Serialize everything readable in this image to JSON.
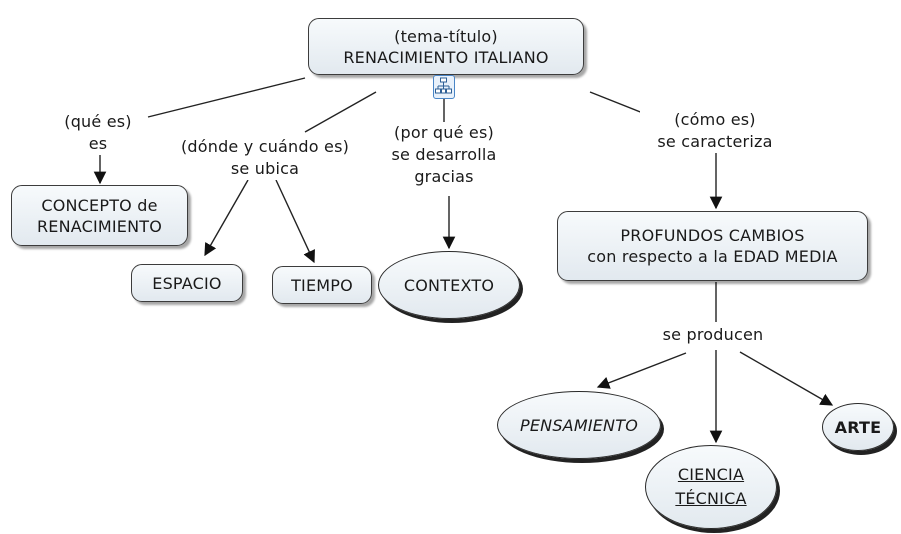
{
  "concept_map": {
    "root": {
      "line1": "(tema-título)",
      "line2": "RENACIMIENTO ITALIANO"
    },
    "nodes": {
      "concepto": {
        "line1": "CONCEPTO de",
        "line2": "RENACIMIENTO"
      },
      "espacio": "ESPACIO",
      "tiempo": "TIEMPO",
      "contexto": "CONTEXTO",
      "cambios": {
        "line1": "PROFUNDOS CAMBIOS",
        "line2": "con respecto a la EDAD MEDIA"
      },
      "pensamiento": "PENSAMIENTO",
      "ciencia": {
        "line1": "CIENCIA",
        "line2": "TÉCNICA"
      },
      "arte": "ARTE"
    },
    "links": {
      "que_es": {
        "line1": "(qué es)",
        "line2": "es"
      },
      "donde": {
        "line1": "(dónde y cuándo es)",
        "line2": "se ubica"
      },
      "por_que": {
        "line1": "(por qué es)",
        "line2": "se desarrolla",
        "line3": "gracias"
      },
      "como": {
        "line1": "(cómo es)",
        "line2": "se caracteriza"
      },
      "producen": "se producen"
    },
    "icon": "concept-map-icon",
    "colors": {
      "node_fill": "#e8eef3",
      "border": "#333333",
      "icon_accent": "#4a86c7"
    }
  }
}
